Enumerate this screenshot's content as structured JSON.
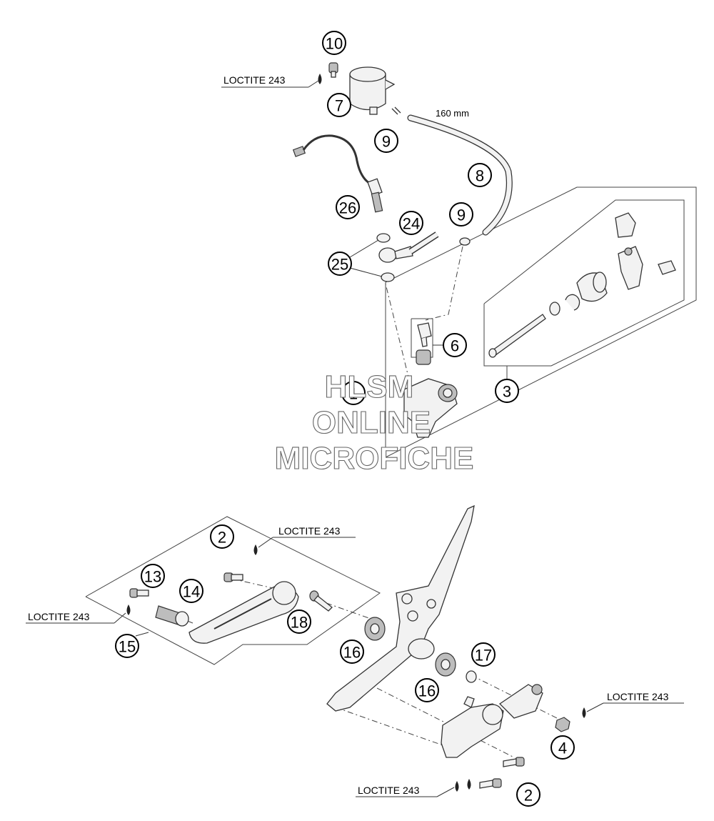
{
  "diagram": {
    "callouts": [
      {
        "id": "callout-10",
        "label": "10"
      },
      {
        "id": "callout-7",
        "label": "7"
      },
      {
        "id": "callout-9-top",
        "label": "9"
      },
      {
        "id": "callout-8",
        "label": "8"
      },
      {
        "id": "callout-26",
        "label": "26"
      },
      {
        "id": "callout-24",
        "label": "24"
      },
      {
        "id": "callout-9-mid",
        "label": "9"
      },
      {
        "id": "callout-25",
        "label": "25"
      },
      {
        "id": "callout-6",
        "label": "6"
      },
      {
        "id": "callout-3",
        "label": "3"
      },
      {
        "id": "callout-1",
        "label": "1"
      },
      {
        "id": "callout-2-top",
        "label": "2"
      },
      {
        "id": "callout-13",
        "label": "13"
      },
      {
        "id": "callout-14",
        "label": "14"
      },
      {
        "id": "callout-18",
        "label": "18"
      },
      {
        "id": "callout-15",
        "label": "15"
      },
      {
        "id": "callout-16-left",
        "label": "16"
      },
      {
        "id": "callout-17",
        "label": "17"
      },
      {
        "id": "callout-16-right",
        "label": "16"
      },
      {
        "id": "callout-4",
        "label": "4"
      },
      {
        "id": "callout-2-bottom",
        "label": "2"
      }
    ],
    "loctite_labels": [
      {
        "id": "loctite-top",
        "text": "LOCTITE 243"
      },
      {
        "id": "loctite-mid",
        "text": "LOCTITE 243"
      },
      {
        "id": "loctite-left",
        "text": "LOCTITE 243"
      },
      {
        "id": "loctite-right",
        "text": "LOCTITE 243"
      },
      {
        "id": "loctite-bottom",
        "text": "LOCTITE 243"
      }
    ],
    "hose_length_label": "160 mm"
  },
  "watermark": {
    "line1": "HLSM",
    "line2": "ONLINE",
    "line3": "MICROFICHE"
  }
}
